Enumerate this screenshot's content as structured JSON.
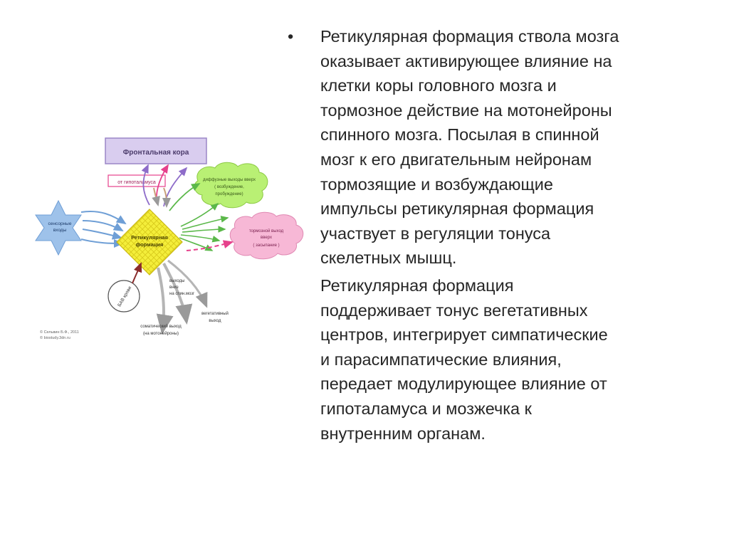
{
  "diagram": {
    "frontal_cortex": "Фронтальная кора",
    "from_hypothalamus": "от гипоталамуса",
    "diffuse_output_line1": "диффузные выходы вверх",
    "diffuse_output_line2": "( возбуждение,",
    "diffuse_output_line3": "пробуждение)",
    "sensory_input_line1": "сенсорные",
    "sensory_input_line2": "входы",
    "reticular_line1": "Ретикулярная",
    "reticular_line2": "формация",
    "inhibitory_output_line1": "тормозной выход",
    "inhibitory_output_line2": "вверх",
    "inhibitory_output_line3": "( засыпание )",
    "bav_blood": "БАВ крови",
    "outputs_down_line1": "выходы",
    "outputs_down_line2": "вниз",
    "outputs_down_line3": "на спин.мозг",
    "vegetative_line1": "вегетативный",
    "vegetative_line2": "выход",
    "somatic_line1": "соматический выход",
    "somatic_line2": "(на мотонейроны)",
    "copyright_line1": "© Сельвин Б.Ф., 2011",
    "copyright_line2": "© biostudy.3dn.ru"
  },
  "bullet_symbol": "•",
  "paragraphs": [
    {
      "lines": [
        "Ретикулярная формация ствола мозга",
        "оказывает активирующее влияние на",
        "клетки коры головного мозга и",
        "тормозное действие на мотонейроны",
        "спинного мозга. Посылая в спинной",
        "мозг к его двигательным нейронам",
        "тормозящие и возбуждающие",
        "импульсы ретикулярная формация",
        "участвует в регуляции тонуса",
        "скелетных мышц."
      ]
    },
    {
      "lines": [
        "Ретикулярная формация",
        "поддерживает тонус вегетативных",
        "центров, интегрирует симпатические",
        "и парасимпатические влияния,",
        "передает модулирующее влияние от",
        "гипоталамуса и мозжечка к",
        "внутренним органам."
      ]
    }
  ],
  "colors": {
    "frontal_box_fill": "#d9cdef",
    "frontal_box_stroke": "#9b86c7",
    "cloud_green": "#b9f074",
    "cloud_pink": "#f7b8d6",
    "star_blue": "#9ec2ea",
    "diamond_yellow": "#f4ee3a",
    "arrow_pink": "#e6418c",
    "arrow_green": "#5bb84a",
    "arrow_purple": "#8e6cc9",
    "arrow_blue": "#6f9fd6",
    "arrow_gray": "#9a9a9a"
  }
}
